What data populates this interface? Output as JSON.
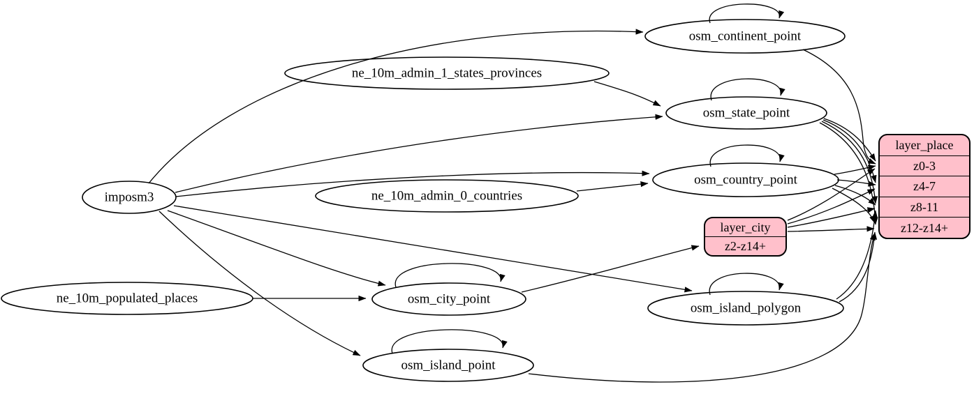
{
  "diagram": {
    "type": "graphviz-etl-flow",
    "colors": {
      "background": "#ffffff",
      "table_node_fill": "#ffffff",
      "table_node_stroke": "#000000",
      "edge": "#000000",
      "layer_node_fill": "#ffc0cb"
    },
    "nodes": {
      "imposm3": {
        "label": "imposm3"
      },
      "ne_10m_admin_1_states_provinces": {
        "label": "ne_10m_admin_1_states_provinces"
      },
      "ne_10m_admin_0_countries": {
        "label": "ne_10m_admin_0_countries"
      },
      "ne_10m_populated_places": {
        "label": "ne_10m_populated_places"
      },
      "osm_continent_point": {
        "label": "osm_continent_point"
      },
      "osm_state_point": {
        "label": "osm_state_point"
      },
      "osm_country_point": {
        "label": "osm_country_point"
      },
      "osm_city_point": {
        "label": "osm_city_point"
      },
      "osm_island_polygon": {
        "label": "osm_island_polygon"
      },
      "osm_island_point": {
        "label": "osm_island_point"
      },
      "layer_city": {
        "title": "layer_city",
        "rows": [
          "z2-z14+"
        ]
      },
      "layer_place": {
        "title": "layer_place",
        "rows": [
          "z0-3",
          "z4-7",
          "z8-11",
          "z12-z14+"
        ]
      }
    },
    "edges": [
      {
        "from": "imposm3",
        "to": "osm_continent_point"
      },
      {
        "from": "imposm3",
        "to": "osm_state_point"
      },
      {
        "from": "imposm3",
        "to": "osm_country_point"
      },
      {
        "from": "imposm3",
        "to": "osm_city_point"
      },
      {
        "from": "imposm3",
        "to": "osm_island_polygon"
      },
      {
        "from": "imposm3",
        "to": "osm_island_point"
      },
      {
        "from": "ne_10m_admin_1_states_provinces",
        "to": "osm_state_point"
      },
      {
        "from": "ne_10m_admin_0_countries",
        "to": "osm_country_point"
      },
      {
        "from": "ne_10m_populated_places",
        "to": "osm_city_point"
      },
      {
        "from": "osm_continent_point",
        "to": "osm_continent_point"
      },
      {
        "from": "osm_state_point",
        "to": "osm_state_point"
      },
      {
        "from": "osm_country_point",
        "to": "osm_country_point"
      },
      {
        "from": "osm_city_point",
        "to": "osm_city_point"
      },
      {
        "from": "osm_island_polygon",
        "to": "osm_island_polygon"
      },
      {
        "from": "osm_island_point",
        "to": "osm_island_point"
      },
      {
        "from": "osm_continent_point",
        "to": "layer_place:z0-3"
      },
      {
        "from": "osm_state_point",
        "to": "layer_place:z0-3"
      },
      {
        "from": "osm_state_point",
        "to": "layer_place:z4-7"
      },
      {
        "from": "osm_state_point",
        "to": "layer_place:z8-11"
      },
      {
        "from": "osm_state_point",
        "to": "layer_place:z12-z14+"
      },
      {
        "from": "osm_country_point",
        "to": "layer_place:z0-3"
      },
      {
        "from": "osm_country_point",
        "to": "layer_place:z4-7"
      },
      {
        "from": "osm_country_point",
        "to": "layer_place:z8-11"
      },
      {
        "from": "osm_country_point",
        "to": "layer_place:z12-z14+"
      },
      {
        "from": "osm_city_point",
        "to": "layer_city:z2-z14+"
      },
      {
        "from": "layer_city",
        "to": "layer_place:z0-3"
      },
      {
        "from": "layer_city",
        "to": "layer_place:z4-7"
      },
      {
        "from": "layer_city",
        "to": "layer_place:z8-11"
      },
      {
        "from": "layer_city",
        "to": "layer_place:z12-z14+"
      },
      {
        "from": "osm_island_polygon",
        "to": "layer_place:z8-11"
      },
      {
        "from": "osm_island_polygon",
        "to": "layer_place:z12-z14+"
      },
      {
        "from": "osm_island_point",
        "to": "layer_place:z12-z14+"
      }
    ]
  }
}
